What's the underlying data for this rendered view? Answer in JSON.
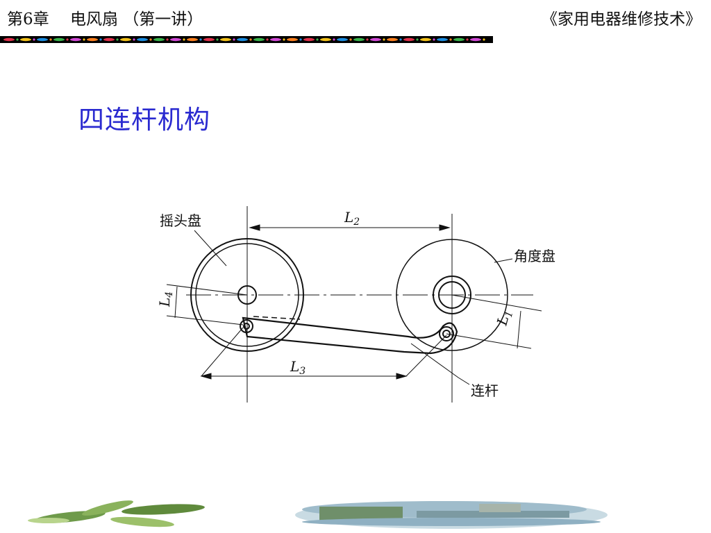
{
  "header": {
    "chapter": "第6章　 电风扇 （第一讲）",
    "book": "《家用电器维修技术》"
  },
  "slide": {
    "title": "四连杆机构"
  },
  "figure": {
    "labels": {
      "rocker_disc": "摇头盘",
      "angle_disc": "角度盘",
      "link_rod": "连杆"
    },
    "dimensions": {
      "L1": "L",
      "L1_sub": "1",
      "L2": "L",
      "L2_sub": "2",
      "L3": "L",
      "L3_sub": "3",
      "L4": "L",
      "L4_sub": "4"
    }
  },
  "colors": {
    "title": "#2a2ad0",
    "rule_bg": "#000000"
  }
}
